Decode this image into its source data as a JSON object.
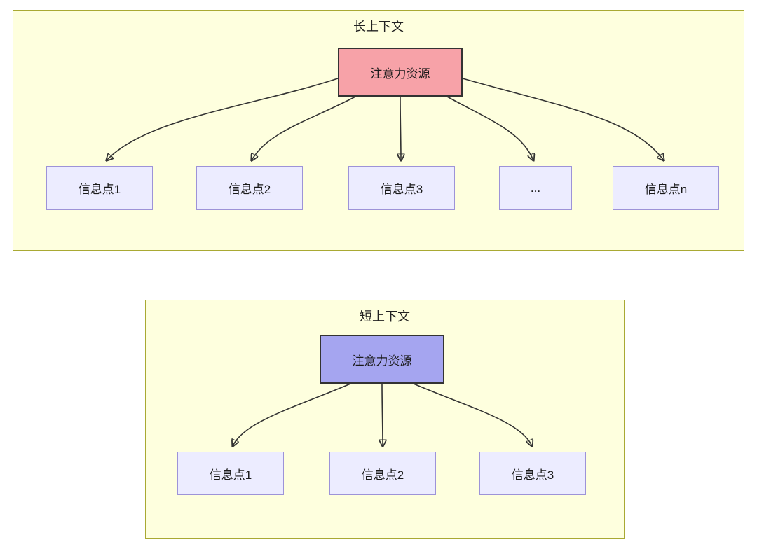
{
  "diagram": {
    "long_context": {
      "title": "长上下文",
      "attention_label": "注意力资源",
      "nodes": [
        "信息点1",
        "信息点2",
        "信息点3",
        "...",
        "信息点n"
      ]
    },
    "short_context": {
      "title": "短上下文",
      "attention_label": "注意力资源",
      "nodes": [
        "信息点1",
        "信息点2",
        "信息点3"
      ]
    },
    "colors": {
      "panel_fill": "#feffde",
      "panel_border": "#a9a933",
      "node_fill": "#ececff",
      "node_border": "#9d93d8",
      "attention_long_fill": "#f7a2a8",
      "attention_short_fill": "#a5a5f0",
      "arrow": "#333333"
    }
  }
}
